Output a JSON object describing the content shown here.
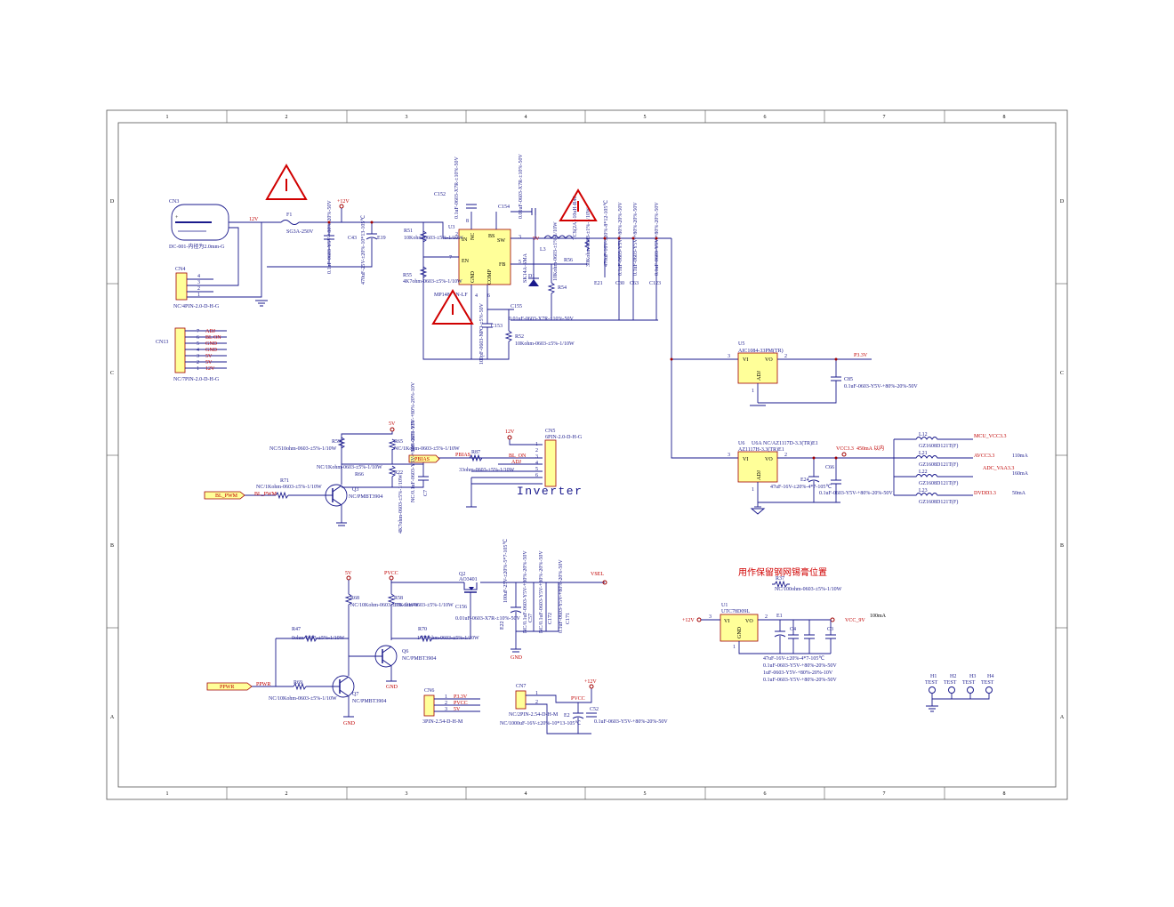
{
  "frame": {
    "col_labels": [
      "1",
      "2",
      "3",
      "4",
      "5",
      "6",
      "7",
      "8"
    ],
    "row_labels": [
      "D",
      "C",
      "B",
      "A"
    ]
  },
  "power_in": {
    "cn3_ref": "CN3",
    "cn3_desc": "DC-001-内径为2.0mm-G",
    "rail_12v": "12V",
    "f1_ref": "F1",
    "f1_val": "SG3A-250V",
    "cn4_ref": "CN4",
    "cn4_desc": "NC/4PIN-2.0-D-H-G",
    "cn4_pins": [
      "4",
      "3",
      "2",
      "1"
    ],
    "c43_ref": "C43",
    "c43_val": "0.1uF-0603-Y5V-+80%-20%-50V",
    "e19_ref": "E19",
    "e19_val": "470uF-25V-±20%-10*13-105℃",
    "plus12": "+12V"
  },
  "cn13": {
    "ref": "CN13",
    "desc": "NC/7PIN-2.0-D-H-G",
    "pins": [
      {
        "num": "7",
        "net": "ADJ"
      },
      {
        "num": "6",
        "net": "BL ON"
      },
      {
        "num": "5",
        "net": "GND"
      },
      {
        "num": "4",
        "net": "GND"
      },
      {
        "num": "3",
        "net": "5V"
      },
      {
        "num": "2",
        "net": "5V"
      },
      {
        "num": "1",
        "net": "12V"
      }
    ]
  },
  "buck": {
    "u3_ref": "U3",
    "u3_part": "MP1484EN-LF",
    "pins": {
      "in": "IN",
      "nc": "NC",
      "en": "EN",
      "gnd": "GND",
      "comp": "COMP",
      "bs": "BS",
      "sw": "SW",
      "fb": "FB"
    },
    "pin_nums": {
      "n8": "8",
      "n1": "1",
      "n2": "2",
      "n3": "3",
      "n7": "7",
      "n4": "4",
      "n5": "5",
      "n6": "6"
    },
    "c152_ref": "C152",
    "c152_val": "0.1uF-0603-X7R-±10%-50V",
    "c154_ref": "C154",
    "c154_val": "0.01uF-0603-X7R-±10%-50V",
    "r51_ref": "R51",
    "r51_val": "10Kohm-0603-±5%-1/10W",
    "r55_ref": "R55",
    "r55_val": "4K7ohm-0603-±5%-1/10W",
    "l3_ref": "L3",
    "l3_val": "TCS(2A)-10uH-R40",
    "d_ref": "D1",
    "d_val": "SK14A-SMA",
    "r53_ref": "R53",
    "r53_val": "30Kohm-0603-±1%-1/10W",
    "r56_ref": "R56",
    "r54_ref": "R54",
    "r54_val": "10Kohm-0603-±1%-1/10W",
    "c155_ref": "C155",
    "c155_val": "0.01uF-0603-X7R-±10%-50V",
    "c153_ref": "C153",
    "c153_val": "100pF-0603-NPO-±5%-50V",
    "r52_ref": "R52",
    "r52_val": "10Kohm-0603-±5%-1/10W",
    "e21_ref": "E21",
    "e21_val": "470uF-16V-±20%-8*12-105℃",
    "c30_ref": "C30",
    "c63_ref": "C63",
    "c123_ref": "C123",
    "cap_val": "0.1uF-0603-Y5V-+80%-20%-50V",
    "node_5v": "5V"
  },
  "u5": {
    "ref": "U5",
    "part": "AIC1084-33PM(TR)",
    "vi": "VI",
    "vo": "VO",
    "adj": "ADJ",
    "pin3": "3",
    "pin2": "2",
    "pin1": "1",
    "net": "P3.3V",
    "c85_ref": "C85",
    "c85_val": "0.1uF-0603-Y5V-+80%-20%-50V"
  },
  "u6": {
    "ref": "U6",
    "ref2": "U6A",
    "part_a": "NC/AZ1117D-3.3(TR)E1",
    "part_b": "AZ1117H-3.3(TR)E1",
    "vi": "VI",
    "vo": "VO",
    "adj": "ADJ",
    "pin3": "3",
    "pin2": "2",
    "pin1": "1",
    "net": "VCC3.3",
    "current": "450mA 以内",
    "e24_ref": "E24",
    "e24_val": "47uF-16V-±20%-4*7-105℃",
    "c66_ref": "C66",
    "c66_val": "0.1uF-0603-Y5V-+80%-20%-50V",
    "outputs": [
      {
        "l_ref": "L12",
        "l_val": "GZ1608D121T(F)",
        "net": "MCU_VCC3.3",
        "cur": ""
      },
      {
        "l_ref": "L21",
        "l_val": "GZ1608D121T(F)",
        "net": "AVCC3.3",
        "cur": "110mA"
      },
      {
        "l_ref": "L22",
        "l_val": "GZ1608D121T(F)",
        "net": "ADC_VAA3.3",
        "cur": "160mA"
      },
      {
        "l_ref": "L23",
        "l_val": "GZ1608D121T(F)",
        "net": "DVDD3.3",
        "cur": "50mA"
      }
    ]
  },
  "inverter": {
    "title": "Inverter",
    "net_5v": "5V",
    "net_12v": "12V",
    "r59_ref": "R59",
    "r59_val": "NC/510ohm-0603-±5%-1/10W",
    "r65_ref": "R65",
    "r65_val": "NC/1Kohm-0603-±5%-1/10W",
    "r66_ref": "R66",
    "r66_val": "NC/1Kohm-0603-±5%-1/10W",
    "r71_ref": "R71",
    "r71_val": "NC/1Kohm-0603-±5%-1/10W",
    "r22_ref": "R22",
    "r22_val": "4K7ohm-0603-±5%-1/10W",
    "c_ref": "C7",
    "c_val": "NC/0.1uF-0603-Y5V-+80%-20%-50V",
    "c_top_val": "1uF-0603-Y5V-+80%-20%-10V",
    "q3_ref": "Q3",
    "q3_part": "NC/PMBT3904",
    "bl_pwm": "BL_PWM",
    "pbias": "PBIAS",
    "r87_ref": "R87",
    "r87_val": "33ohm-0603-±5%-1/10W",
    "bl_on": "BL_ON",
    "adj": "ADJ",
    "cn5_ref": "CN5",
    "cn5_desc": "6PIN-2.0-D-H-G",
    "cn5_pins": [
      "1",
      "2",
      "3",
      "4",
      "5",
      "6"
    ]
  },
  "panel_power": {
    "net_5v": "5V",
    "pvcc": "PVCC",
    "vsel": "VSEL",
    "q2_ref": "Q2",
    "q2_part": "AO3401",
    "r58_ref": "R58",
    "r58_val": "10Kohm-0603-±5%-1/10W",
    "r68_ref": "R68",
    "r68_val": "NC/10Kohm-0603-±5%-1/10W",
    "r47_ref": "R47",
    "r47_val": "0ohm-0603-±5%-1/10W",
    "r70_ref": "R70",
    "r70_val": "100Kohm-0603-±5%-1/10W",
    "r69_ref": "R69",
    "r69_val": "NC/10Kohm-0603-±5%-1/10W",
    "c156_ref": "C156",
    "c156_val": "0.01uF-0603-X7R-±10%-50V",
    "e22_ref": "E22",
    "e22_val": "100uF-25V-±20%-5*7-105℃",
    "c57_ref": "C57",
    "c57_val": "NC/0.1uF-0603-Y5V-+80%-20%-50V",
    "c172_ref": "C172",
    "c172_val": "NC/0.1uF-0603-Y5V-+80%-20%-50V",
    "c171_ref": "C171",
    "c171_val": "0.1uF-0603-Y5V-+80%-20%-50V",
    "q6_ref": "Q6",
    "q6_part": "NC/PMBT3904",
    "q7_ref": "Q7",
    "q7_part": "NC/PMBT3904",
    "ppwr": "PPWR",
    "gnd": "GND"
  },
  "cn6": {
    "ref": "CN6",
    "desc": "3PIN-2.54-D-H-M",
    "pins": [
      {
        "num": "1",
        "net": "P3.3V"
      },
      {
        "num": "2",
        "net": "PVCC"
      },
      {
        "num": "3",
        "net": "5V"
      }
    ]
  },
  "cn7": {
    "ref": "CN7",
    "desc": "NC/2PIN-2.54-D-H-M",
    "pins": [
      "1",
      "2"
    ],
    "pvcc": "PVCC",
    "plus12": "+12V",
    "e2_ref": "E2",
    "e2_val": "NC/1000uF-16V-±20%-10*13-105℃",
    "c52_ref": "C52",
    "c52_val": "0.1uF-0603-Y5V-+80%-20%-50V"
  },
  "reserve": {
    "note": "用作保留钢网锡膏位置",
    "r37_ref": "R37",
    "r37_val": "NC/100ohm-0603-±5%-1/10W"
  },
  "u1": {
    "ref": "U1",
    "part": "UTC78D09L",
    "vi": "VI",
    "vo": "VO",
    "gnd": "GND",
    "pin3": "3",
    "pin2": "2",
    "pin1": "1",
    "in": "+12V",
    "out": "VCC_9V",
    "current": "100mA",
    "e1_ref": "E1",
    "c4_ref": "C4",
    "c3_ref": "C3",
    "vals": [
      "47uF-16V-±20%-4*7-105℃",
      "0.1uF-0603-Y5V-+80%-20%-50V",
      "1uF-0603-Y5V-+80%-20%-10V",
      "0.1uF-0603-Y5V-+80%-20%-50V"
    ]
  },
  "test_points": [
    {
      "ref": "H1",
      "label": "TEST"
    },
    {
      "ref": "H2",
      "label": "TEST"
    },
    {
      "ref": "H3",
      "label": "TEST"
    },
    {
      "ref": "H4",
      "label": "TEST"
    }
  ]
}
